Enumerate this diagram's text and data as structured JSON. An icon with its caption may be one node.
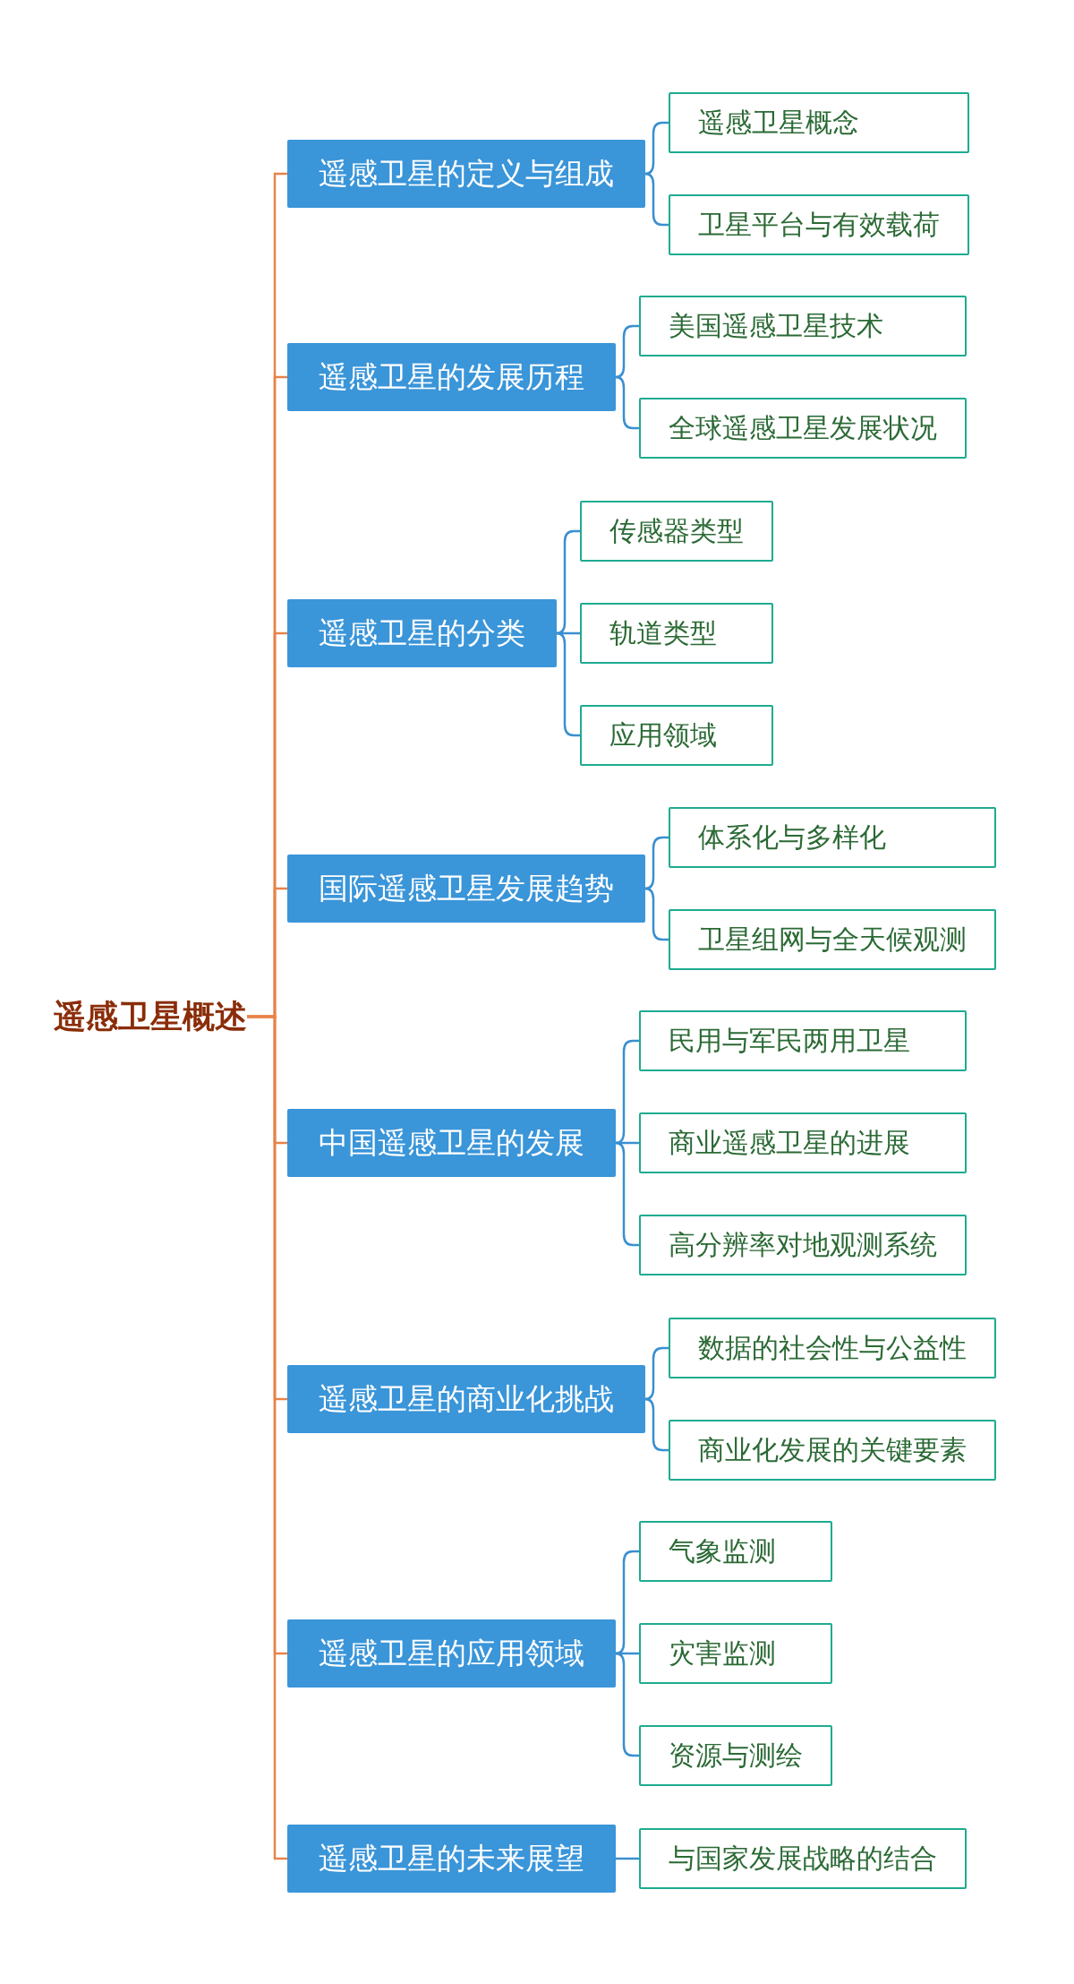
{
  "diagram": {
    "nodes": [
      {
        "text": [
          "遥感卫星概述"
        ]
      },
      {
        "text": [
          "遥感卫星的定义与组成"
        ]
      },
      {
        "text": [
          "遥感卫星概念"
        ]
      },
      {
        "text": [
          "卫星平台与有效载荷"
        ]
      },
      {
        "text": [
          "遥感卫星的发展历程"
        ]
      },
      {
        "text": [
          "美国遥感卫星技术"
        ]
      },
      {
        "text": [
          "全球遥感卫星发展状况"
        ]
      },
      {
        "text": [
          "遥感卫星的分类"
        ]
      },
      {
        "text": [
          "传感器类型"
        ]
      },
      {
        "text": [
          "轨道类型"
        ]
      },
      {
        "text": [
          "应用领域"
        ]
      },
      {
        "text": [
          "国际遥感卫星发展趋势"
        ]
      },
      {
        "text": [
          "体系化与多样化"
        ]
      },
      {
        "text": [
          "卫星组网与全天候观测"
        ]
      },
      {
        "text": [
          "中国遥感卫星的发展"
        ]
      },
      {
        "text": [
          "民用与军民两用卫星"
        ]
      },
      {
        "text": [
          "商业遥感卫星的进展"
        ]
      },
      {
        "text": [
          "高分辨率对地观测系统"
        ]
      },
      {
        "text": [
          "遥感卫星的商业化挑战"
        ]
      },
      {
        "text": [
          "数据的社会性与公益性"
        ]
      },
      {
        "text": [
          "商业化发展的关键要素"
        ]
      },
      {
        "text": [
          "遥感卫星的应用领域"
        ]
      },
      {
        "text": [
          "气象监测"
        ]
      },
      {
        "text": [
          "灾害监测"
        ]
      },
      {
        "text": [
          "资源与测绘"
        ]
      },
      {
        "text": [
          "遥感卫星的未来展望"
        ]
      },
      {
        "text": [
          "与国家发展战略的结合"
        ]
      }
    ],
    "edges": [
      {
        "from": 0,
        "to": 1,
        "arrow": "none",
        "color": "#e8834a"
      },
      {
        "from": 0,
        "to": 4,
        "arrow": "none",
        "color": "#e8834a"
      },
      {
        "from": 0,
        "to": 7,
        "arrow": "none",
        "color": "#e8834a"
      },
      {
        "from": 0,
        "to": 11,
        "arrow": "none",
        "color": "#e8834a"
      },
      {
        "from": 0,
        "to": 14,
        "arrow": "none",
        "color": "#e8834a"
      },
      {
        "from": 0,
        "to": 18,
        "arrow": "none",
        "color": "#e8834a"
      },
      {
        "from": 0,
        "to": 21,
        "arrow": "none",
        "color": "#e8834a"
      },
      {
        "from": 0,
        "to": 25,
        "arrow": "none",
        "color": "#e8834a"
      },
      {
        "from": 1,
        "to": 2,
        "arrow": "none"
      },
      {
        "from": 1,
        "to": 3,
        "arrow": "none"
      },
      {
        "from": 4,
        "to": 5,
        "arrow": "none"
      },
      {
        "from": 4,
        "to": 6,
        "arrow": "none"
      },
      {
        "from": 7,
        "to": 8,
        "arrow": "none"
      },
      {
        "from": 7,
        "to": 9,
        "arrow": "none"
      },
      {
        "from": 7,
        "to": 10,
        "arrow": "none"
      },
      {
        "from": 11,
        "to": 12,
        "arrow": "none"
      },
      {
        "from": 11,
        "to": 13,
        "arrow": "none"
      },
      {
        "from": 14,
        "to": 15,
        "arrow": "none"
      },
      {
        "from": 14,
        "to": 16,
        "arrow": "none"
      },
      {
        "from": 14,
        "to": 17,
        "arrow": "none"
      },
      {
        "from": 18,
        "to": 19,
        "arrow": "none"
      },
      {
        "from": 18,
        "to": 20,
        "arrow": "none"
      },
      {
        "from": 21,
        "to": 22,
        "arrow": "none"
      },
      {
        "from": 21,
        "to": 23,
        "arrow": "none"
      },
      {
        "from": 21,
        "to": 24,
        "arrow": "none"
      },
      {
        "from": 25,
        "to": 26,
        "arrow": "none"
      }
    ]
  }
}
